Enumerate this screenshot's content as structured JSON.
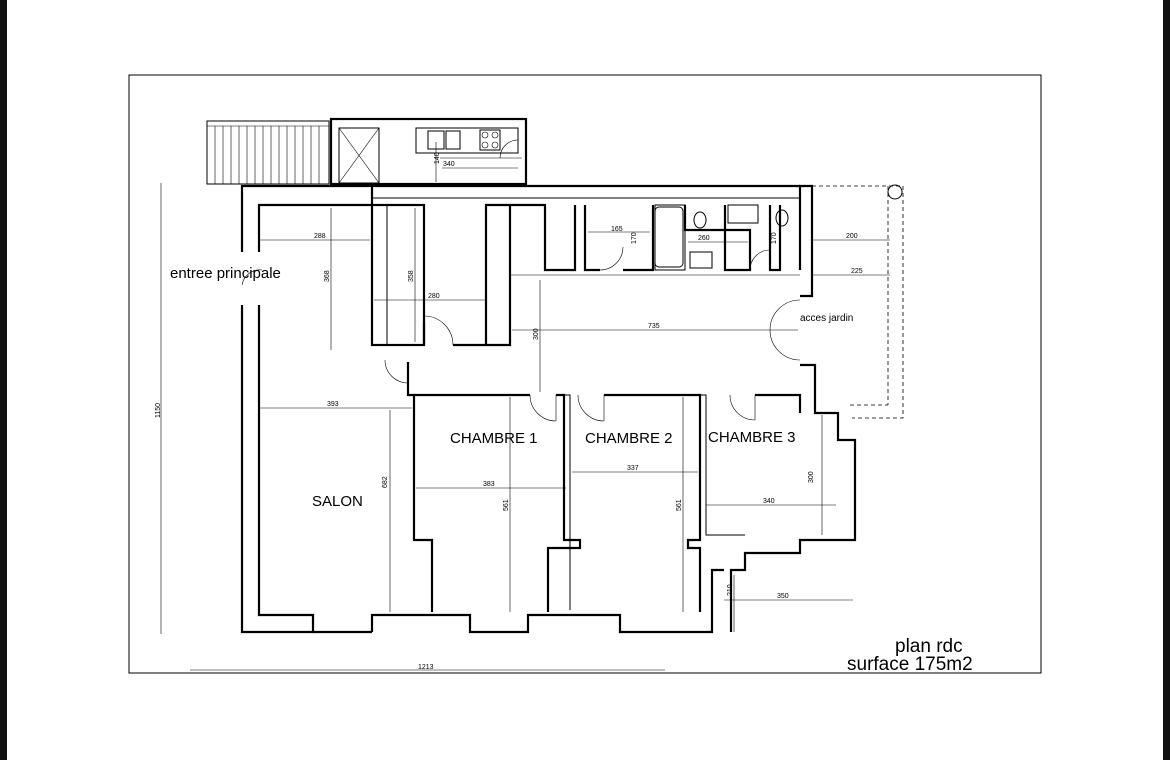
{
  "labels": {
    "entrance": "entree principale",
    "garden_access": "acces jardin",
    "salon": "SALON",
    "chambre1": "CHAMBRE 1",
    "chambre2": "CHAMBRE 2",
    "chambre3": "CHAMBRE 3"
  },
  "title": {
    "line1": "plan rdc",
    "line2": "surface 175m2"
  },
  "dimensions": {
    "d288": "288",
    "d368": "368",
    "d358": "358",
    "d280": "280",
    "d140": "140",
    "d340_top": "340",
    "d165": "165",
    "d170_a": "170",
    "d260": "260",
    "d170_b": "170",
    "d200": "200",
    "d225": "225",
    "d300_v": "300",
    "d735": "735",
    "d393": "393",
    "d682": "682",
    "d383": "383",
    "d561_a": "561",
    "d337": "337",
    "d561_b": "561",
    "d300_c3": "300",
    "d340_c3": "340",
    "d210": "210",
    "d350": "350",
    "d1150": "1150",
    "d1213": "1213"
  }
}
